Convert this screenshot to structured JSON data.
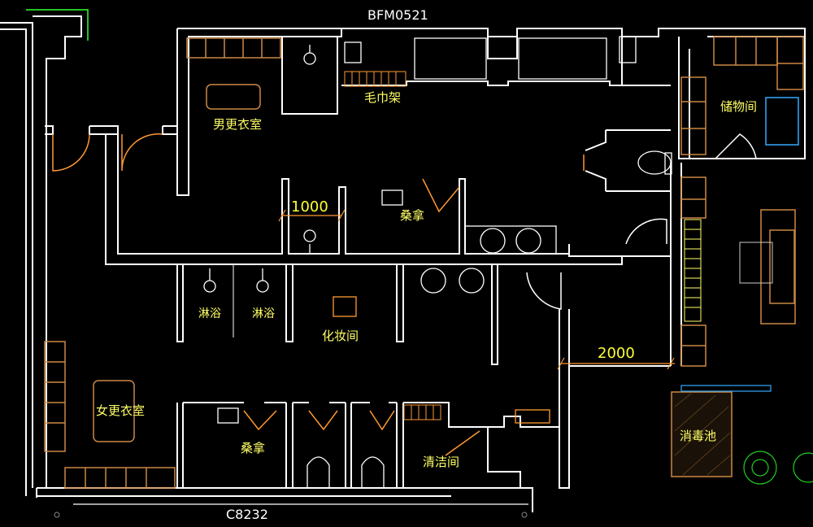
{
  "drawing": {
    "door_code_top": "BFM0521",
    "window_code_bottom": "C8232",
    "colors": {
      "background": "#000000",
      "wall": "#ffffff",
      "text": "#ffff66",
      "fixture": "#ff9933",
      "furniture_box": "#cc8844",
      "grid_cyan": "#33aaff",
      "green": "#33ff33",
      "plant": "#22cc22"
    }
  },
  "rooms": {
    "mens_locker": "男更衣室",
    "towel_rack": "毛巾架",
    "storage": "储物间",
    "sauna_top": "桑拿",
    "shower_1": "淋浴",
    "shower_2": "淋浴",
    "makeup": "化妆间",
    "womens_locker": "女更衣室",
    "sauna_bottom": "桑拿",
    "cleaning": "清洁间",
    "disinfection_pool": "消毒池"
  },
  "dimensions": {
    "d1": "1000",
    "d2": "2000"
  }
}
